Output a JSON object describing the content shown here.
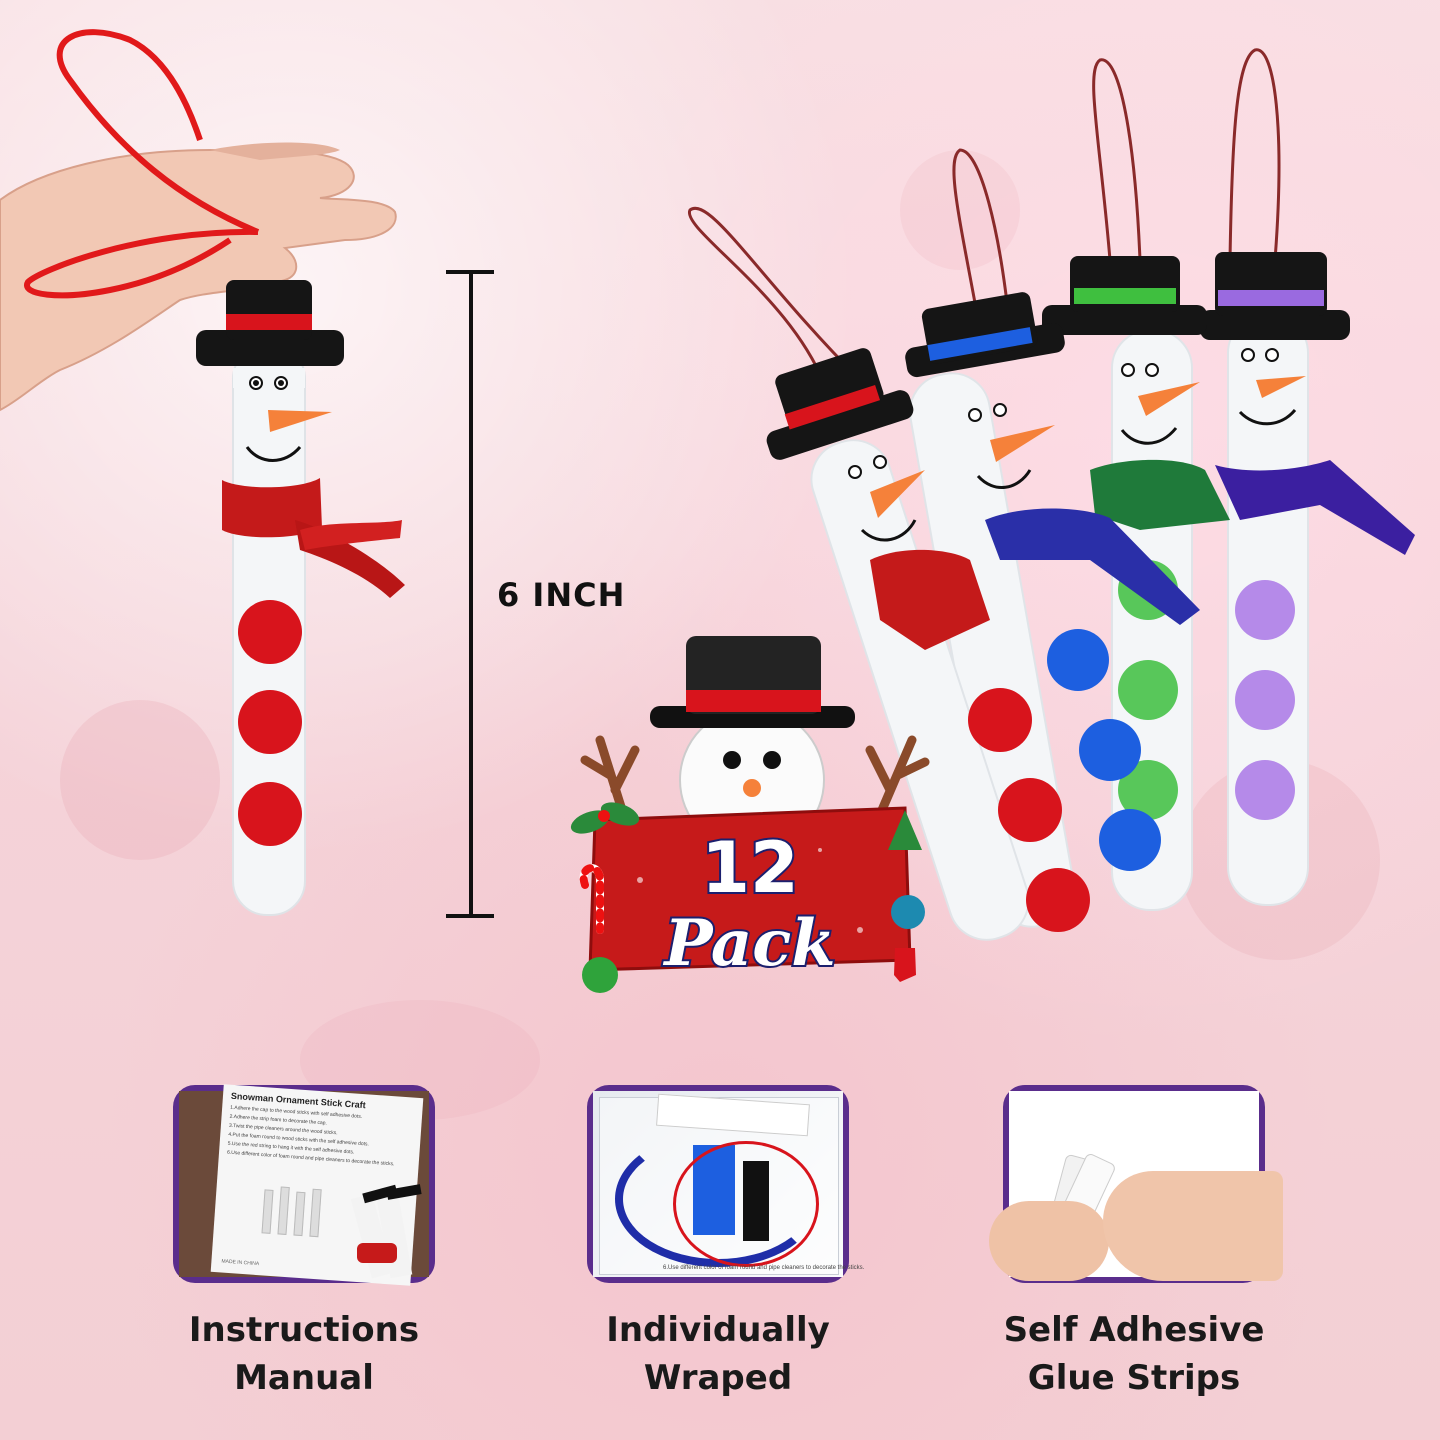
{
  "measurement": {
    "label": "6 INCH"
  },
  "badge": {
    "number": "12",
    "word": "Pack"
  },
  "features": [
    {
      "line1": "Instructions",
      "line2": "Manual",
      "photo": "instruction-sheet",
      "sheet_title": "Snowman Ornament Stick Craft",
      "steps": [
        "1.Adhere the cap to the wood sticks with self adhesive dots.",
        "2.Adhere the strip foam to decorate the cap.",
        "3.Twist the pipe cleaners around the wood sticks.",
        "4.Put the foam round to wood sticks with the self adhesive dots.",
        "5.Use the red string to hang it with the self adhesive dots.",
        "6.Use different color of foam round and pipe cleaners to decorate the sticks."
      ],
      "footer": "MADE IN CHINA"
    },
    {
      "line1": "Individually",
      "line2": "Wraped",
      "photo": "wrapped-bag",
      "bag_text": "6.Use different color of foam round and pipe cleaners to decorate the sticks."
    },
    {
      "line1": "Self Adhesive",
      "line2": "Glue Strips",
      "photo": "glue-strips"
    }
  ],
  "colors": {
    "red": "#d8141c",
    "blue": "#1d5fe0",
    "green": "#3fbf3f",
    "purple": "#9a6ae0",
    "frame": "#5a2d8c",
    "badge": "#c61a1a"
  }
}
